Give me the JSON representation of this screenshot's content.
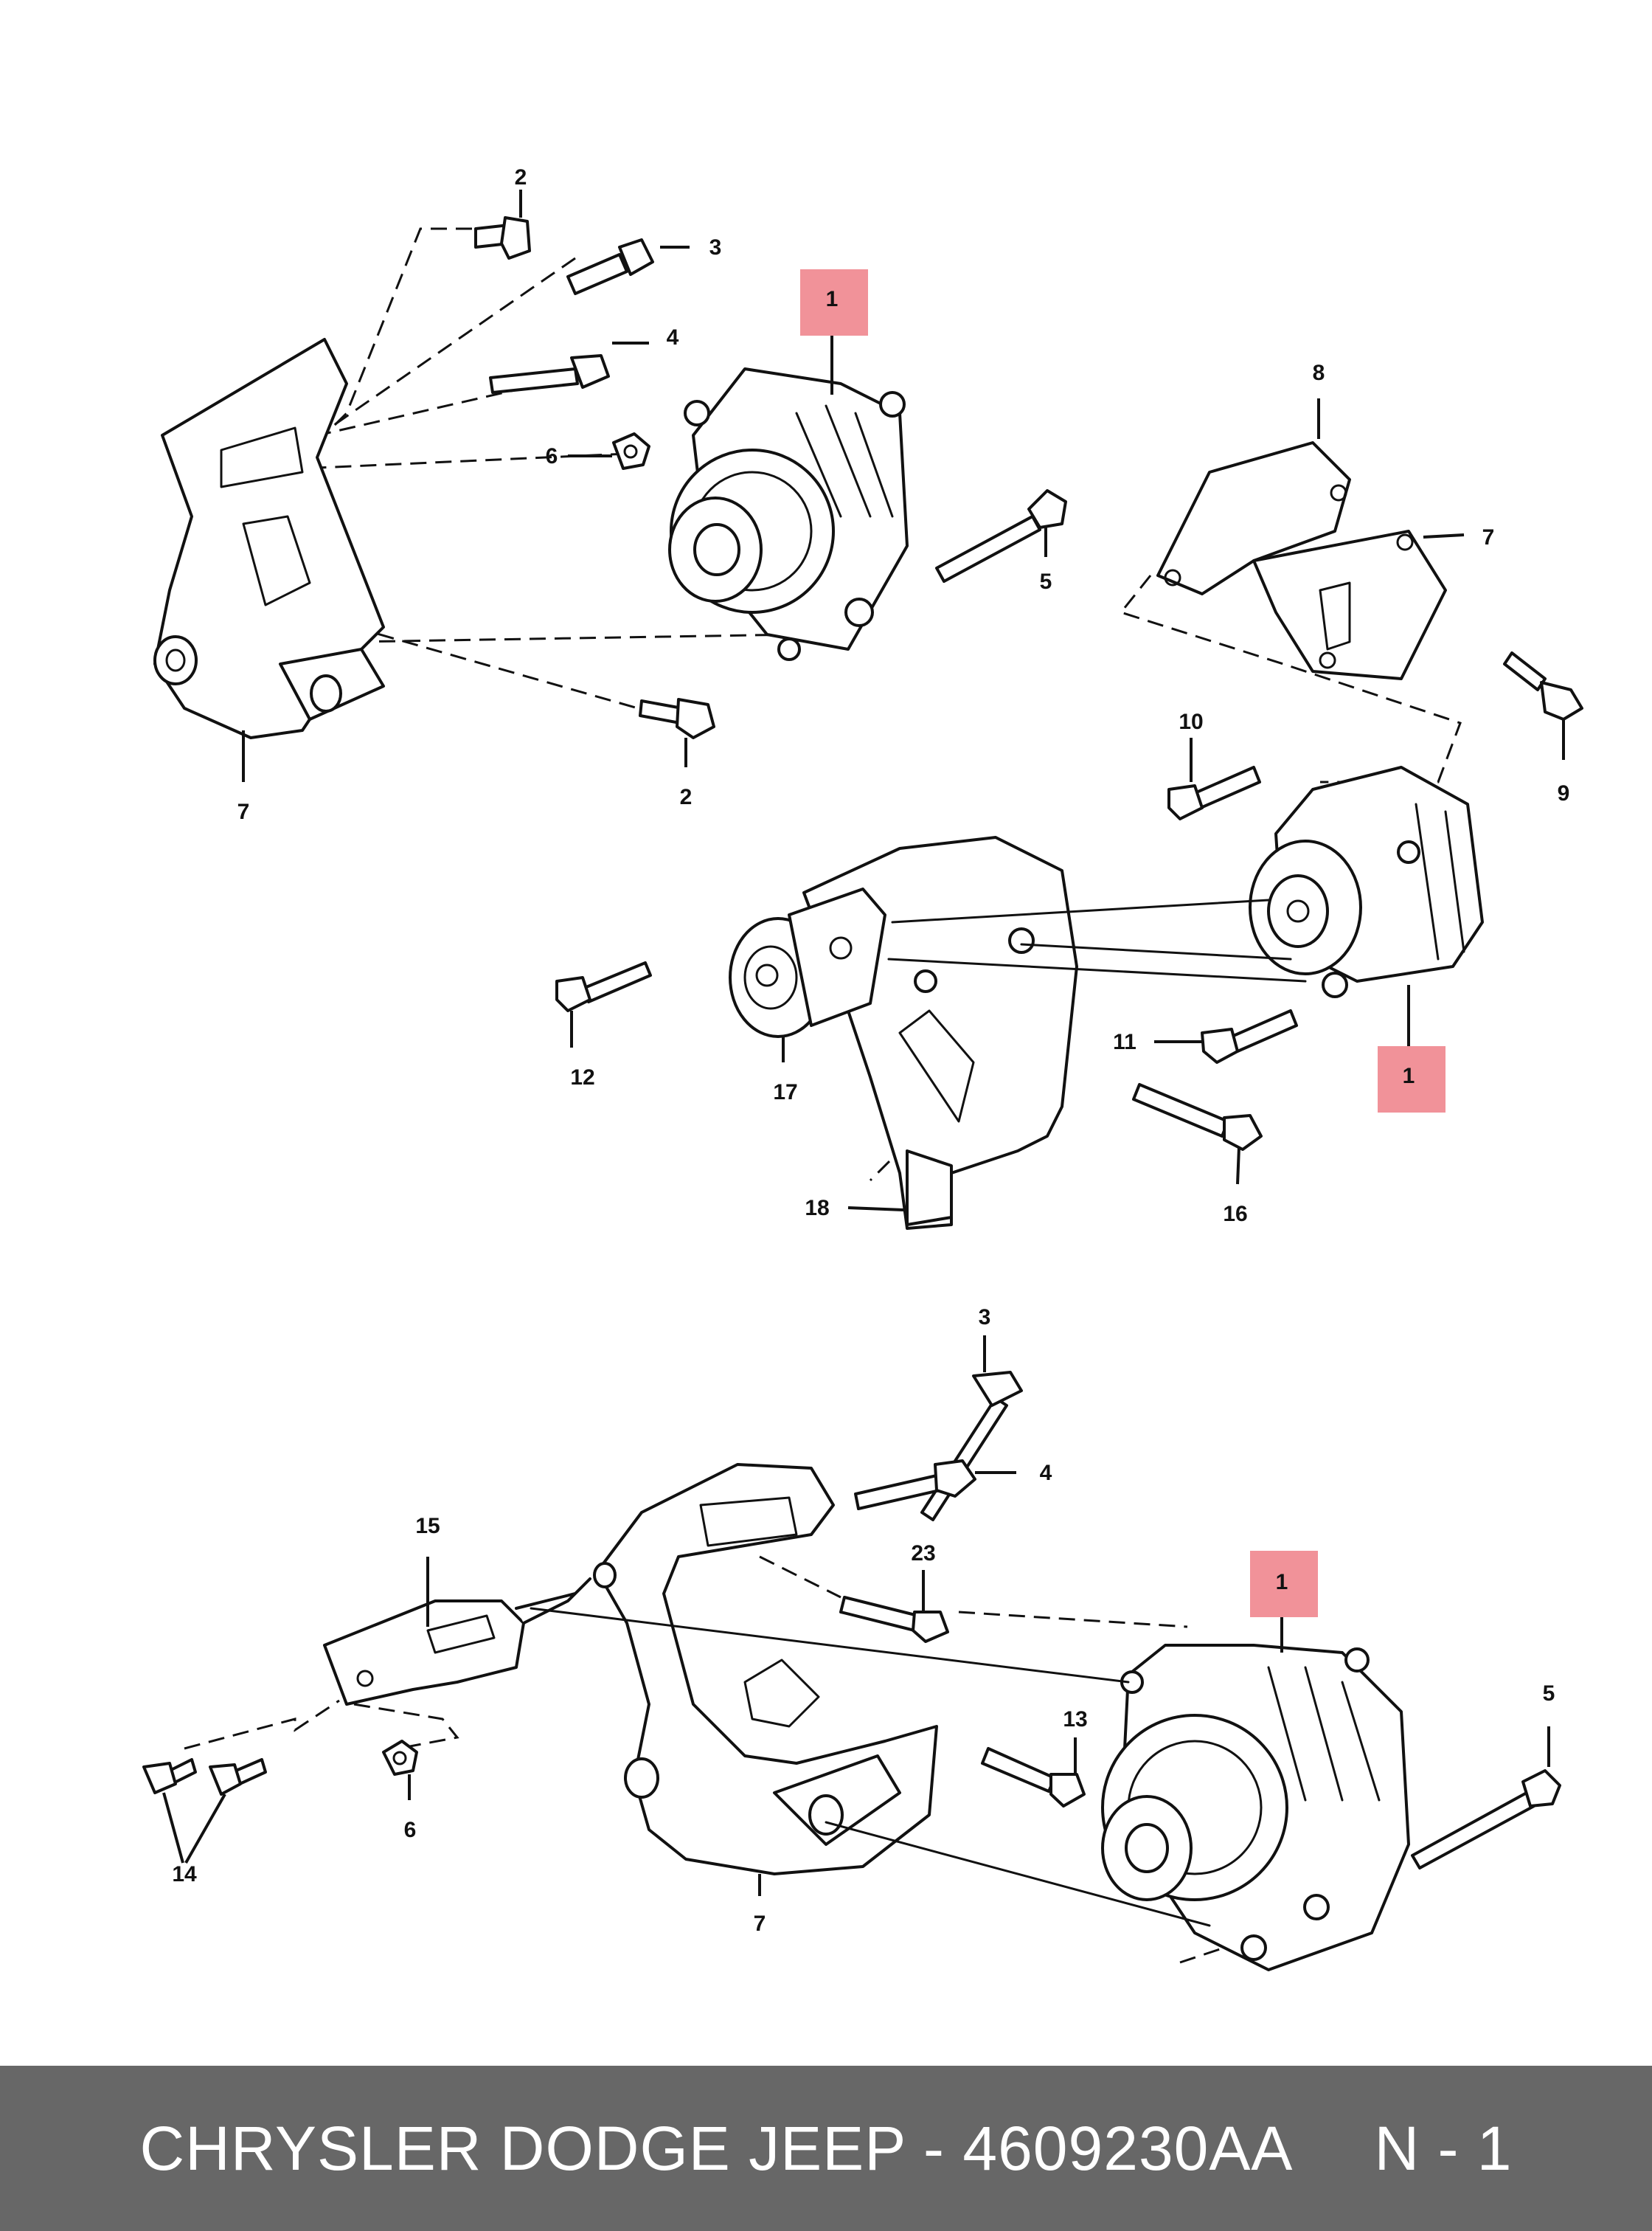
{
  "callouts": {
    "a2_top": "2",
    "a3": "3",
    "a4": "4",
    "a6": "6",
    "a1": "1",
    "a5": "5",
    "a7": "7",
    "a2_bottom": "2",
    "b8": "8",
    "b7": "7",
    "b9": "9",
    "b10": "10",
    "b12": "12",
    "b17": "17",
    "b11": "11",
    "b1": "1",
    "b16": "16",
    "b18": "18",
    "c3": "3",
    "c4": "4",
    "c15": "15",
    "c23": "23",
    "c1": "1",
    "c5": "5",
    "c13": "13",
    "c14": "14",
    "c6": "6",
    "c7": "7"
  },
  "footer": {
    "brand_part": "CHRYSLER DODGE JEEP - 4609230AA",
    "page": "N - 1"
  },
  "colors": {
    "highlight": "#f0868e",
    "footer_bg": "#676767",
    "line": "#111111"
  }
}
